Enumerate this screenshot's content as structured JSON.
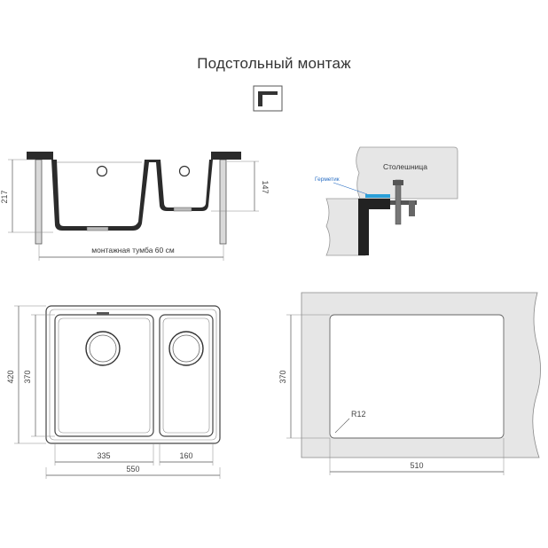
{
  "title": "Подстольный монтаж",
  "icon": "undermount-icon",
  "section": {
    "height_main": "217",
    "height_small": "147",
    "cabinet_label": "монтажная тумба 60 см"
  },
  "detail": {
    "countertop_label": "Столешница",
    "sealant_label": "Герметик",
    "sealant_color": "#2a9fd8"
  },
  "plan": {
    "total_depth": "420",
    "bowl_depth": "370",
    "main_bowl_width": "335",
    "small_bowl_width": "160",
    "total_width": "550"
  },
  "cutout": {
    "depth": "370",
    "width": "510",
    "radius": "R12"
  }
}
